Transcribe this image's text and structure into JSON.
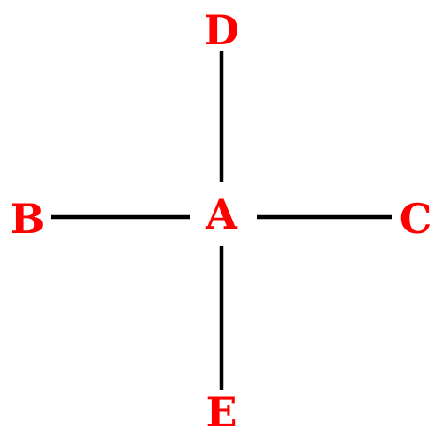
{
  "colors": {
    "label": "#ff0000",
    "edge": "#000000",
    "background": "#ffffff"
  },
  "nodes": {
    "center": "A",
    "left": "B",
    "right": "C",
    "top": "D",
    "bottom": "E"
  },
  "edges": [
    [
      "A",
      "B"
    ],
    [
      "A",
      "C"
    ],
    [
      "A",
      "D"
    ],
    [
      "A",
      "E"
    ]
  ]
}
